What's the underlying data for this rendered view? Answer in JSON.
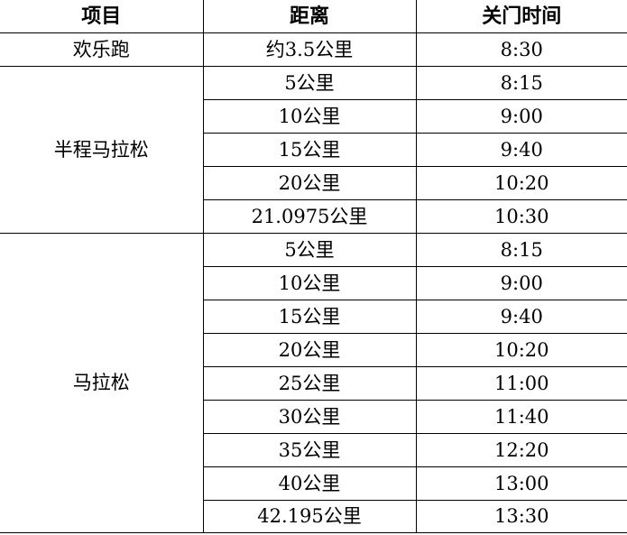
{
  "header": {
    "event": "项目",
    "distance": "距离",
    "cutoff": "关门时间"
  },
  "fun_run": {
    "name": "欢乐跑",
    "rows": [
      {
        "distance": "约3.5公里",
        "cutoff": "8:30"
      }
    ]
  },
  "half_marathon": {
    "name": "半程马拉松",
    "rows": [
      {
        "distance": "5公里",
        "cutoff": "8:15"
      },
      {
        "distance": "10公里",
        "cutoff": "9:00"
      },
      {
        "distance": "15公里",
        "cutoff": "9:40"
      },
      {
        "distance": "20公里",
        "cutoff": "10:20"
      },
      {
        "distance": "21.0975公里",
        "cutoff": "10:30"
      }
    ]
  },
  "marathon": {
    "name": "马拉松",
    "rows": [
      {
        "distance": "5公里",
        "cutoff": "8:15"
      },
      {
        "distance": "10公里",
        "cutoff": "9:00"
      },
      {
        "distance": "15公里",
        "cutoff": "9:40"
      },
      {
        "distance": "20公里",
        "cutoff": "10:20"
      },
      {
        "distance": "25公里",
        "cutoff": "11:00"
      },
      {
        "distance": "30公里",
        "cutoff": "11:40"
      },
      {
        "distance": "35公里",
        "cutoff": "12:20"
      },
      {
        "distance": "40公里",
        "cutoff": "13:00"
      },
      {
        "distance": "42.195公里",
        "cutoff": "13:30"
      }
    ]
  }
}
